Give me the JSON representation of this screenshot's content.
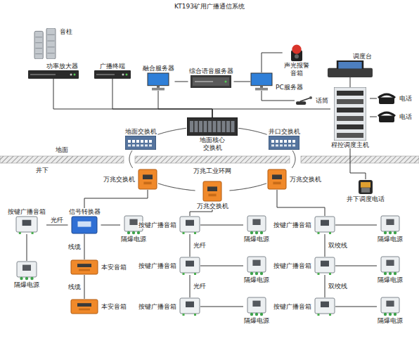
{
  "diagram": {
    "title": "KT193矿用广播通信系统",
    "nodes": [
      {
        "text": [
          "音柱"
        ]
      },
      {
        "text": [
          "功率放大器"
        ]
      },
      {
        "text": [
          "广播终端"
        ]
      },
      {
        "text": [
          "融合服务器"
        ]
      },
      {
        "text": [
          "综合语音服务器"
        ]
      },
      {
        "text": [
          "声光报警音箱"
        ]
      },
      {
        "text": [
          "PC服务器"
        ]
      },
      {
        "text": [
          "话筒"
        ]
      },
      {
        "text": [
          "调度台"
        ]
      },
      {
        "text": [
          "电话"
        ]
      },
      {
        "text": [
          "电话"
        ]
      },
      {
        "text": [
          "程控调度主机"
        ]
      },
      {
        "text": [
          "地面交换机"
        ]
      },
      {
        "text": [
          "地面核心交换机"
        ]
      },
      {
        "text": [
          "井口交换机"
        ]
      },
      {
        "text": [
          "万兆交换机"
        ]
      },
      {
        "text": [
          "万兆交换机"
        ]
      },
      {
        "text": [
          "万兆交换机"
        ]
      },
      {
        "text": [
          "井下调度电话"
        ]
      },
      {
        "text": [
          "按键广播音箱"
        ]
      },
      {
        "text": [
          "信号转换器"
        ]
      },
      {
        "text": [
          "隔爆电源"
        ]
      },
      {
        "text": [
          "隔爆电源"
        ]
      },
      {
        "text": [
          "本安音箱"
        ]
      },
      {
        "text": [
          "本安音箱"
        ]
      },
      {
        "text": [
          "按键广播音箱"
        ]
      },
      {
        "text": [
          "隔爆电源"
        ]
      },
      {
        "text": [
          "按键广播音箱"
        ]
      },
      {
        "text": [
          "隔爆电源"
        ]
      },
      {
        "text": [
          "按键广播音箱"
        ]
      },
      {
        "text": [
          "隔爆电源"
        ]
      },
      {
        "text": [
          "按键广播音箱"
        ]
      },
      {
        "text": [
          "隔爆电源"
        ]
      },
      {
        "text": [
          "按键广播音箱"
        ]
      },
      {
        "text": [
          "隔爆电源"
        ]
      },
      {
        "text": [
          "按键广播音箱"
        ]
      },
      {
        "text": [
          "隔爆电源"
        ]
      }
    ],
    "edges": [
      {
        "from": 13,
        "to": 1,
        "arrow": "none"
      },
      {
        "from": 13,
        "to": 2,
        "arrow": "none"
      },
      {
        "from": 13,
        "to": 3,
        "arrow": "none"
      },
      {
        "from": 13,
        "to": 11,
        "arrow": "none"
      },
      {
        "from": 4,
        "to": 3,
        "arrow": "none"
      },
      {
        "from": 4,
        "to": 6,
        "arrow": "none"
      },
      {
        "from": 6,
        "to": 5,
        "arrow": "none"
      },
      {
        "from": 6,
        "to": 7,
        "arrow": "none"
      },
      {
        "from": 8,
        "to": 11,
        "arrow": "none"
      },
      {
        "from": 11,
        "to": 9,
        "arrow": "none"
      },
      {
        "from": 11,
        "to": 10,
        "arrow": "none"
      },
      {
        "from": 11,
        "to": 18,
        "arrow": "none"
      },
      {
        "from": 13,
        "to": 12,
        "arrow": "none"
      },
      {
        "from": 13,
        "to": 14,
        "arrow": "none"
      },
      {
        "from": 12,
        "to": 15,
        "arrow": "none"
      },
      {
        "from": 15,
        "to": 16,
        "arrow": "none"
      },
      {
        "from": 16,
        "to": 17,
        "arrow": "none"
      },
      {
        "from": 17,
        "to": 14,
        "arrow": "none"
      },
      {
        "from": 15,
        "to": 20,
        "arrow": "none"
      },
      {
        "from": 20,
        "to": 19,
        "label": "光纤",
        "arrow": "none"
      },
      {
        "from": 20,
        "to": 21,
        "arrow": "none"
      },
      {
        "from": 19,
        "to": 22,
        "arrow": "none"
      },
      {
        "from": 20,
        "to": 23,
        "label": "线缆",
        "arrow": "none"
      },
      {
        "from": 23,
        "to": 24,
        "label": "线缆",
        "arrow": "none"
      },
      {
        "from": 16,
        "to": 25,
        "arrow": "none"
      },
      {
        "from": 25,
        "to": 26,
        "arrow": "none"
      },
      {
        "from": 25,
        "to": 27,
        "label": "光纤",
        "arrow": "none"
      },
      {
        "from": 27,
        "to": 28,
        "arrow": "none"
      },
      {
        "from": 27,
        "to": 29,
        "label": "光纤",
        "arrow": "none"
      },
      {
        "from": 29,
        "to": 30,
        "arrow": "none"
      },
      {
        "from": 17,
        "to": 31,
        "arrow": "none"
      },
      {
        "from": 31,
        "to": 32,
        "arrow": "none"
      },
      {
        "from": 31,
        "to": 33,
        "label": "双绞线",
        "arrow": "none"
      },
      {
        "from": 33,
        "to": 34,
        "arrow": "none"
      },
      {
        "from": 33,
        "to": 35,
        "label": "双绞线",
        "arrow": "none"
      },
      {
        "from": 35,
        "to": 36,
        "arrow": "none"
      }
    ],
    "labels": [
      "地面",
      "井下",
      "万兆工业环网"
    ]
  }
}
